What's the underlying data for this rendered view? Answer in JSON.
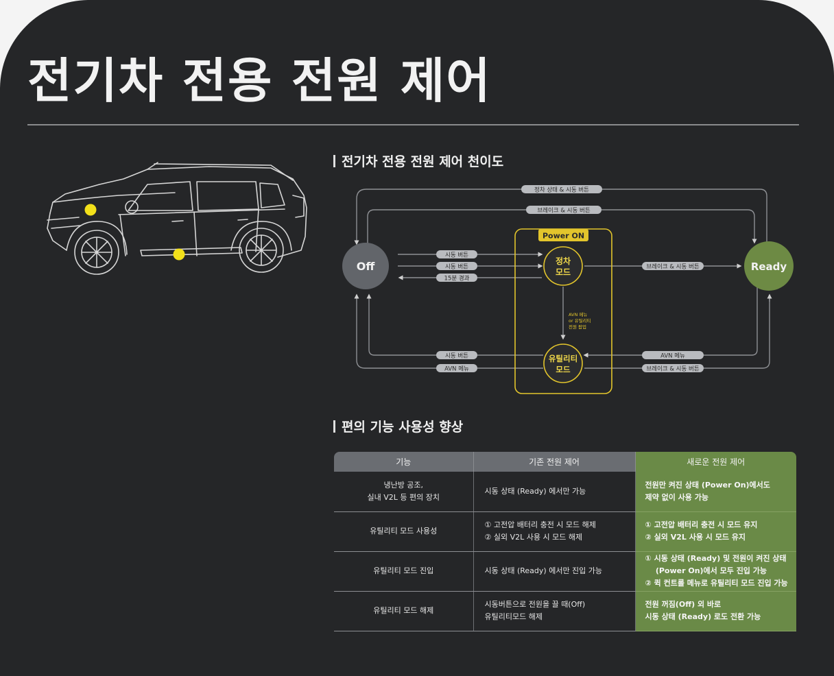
{
  "title": "전기차 전용 전원 제어",
  "diagram": {
    "heading": "전기차 전용 전원 제어 천이도",
    "nodes": {
      "off": "Off",
      "ready": "Ready",
      "parking_line1": "정차",
      "parking_line2": "모드",
      "utility_line1": "유틸리티",
      "utility_line2": "모드",
      "power_on": "Power ON"
    },
    "labels": {
      "top_outer": "정차 상태 & 시동 버튼",
      "top_inner": "브레이크 & 시동 버튼",
      "off_park_1": "시동 버튼",
      "off_park_2": "시동 버튼",
      "off_park_3": "15분 경과",
      "park_ready": "브레이크 & 시동 버튼",
      "park_util_line1": "AVN 메뉴",
      "park_util_line2": "or 유틸리티",
      "park_util_line3": "전원 팝업",
      "util_off_1": "시동 버튼",
      "util_off_2": "AVN 메뉴",
      "ready_util_1": "AVN 메뉴",
      "ready_util_2": "브레이크 & 시동 버튼"
    },
    "colors": {
      "accent_yellow": "#e3c52c",
      "off_node": "#62656a",
      "ready_node": "#6d8a44"
    }
  },
  "table_section": {
    "heading": "편의 기능 사용성 향상",
    "headers": [
      "기능",
      "기존 전원 제어",
      "새로운 전원 제어"
    ],
    "rows": [
      {
        "feature": [
          "냉난방 공조,",
          "실내 V2L 등 편의 장치"
        ],
        "old": [
          "시동 상태 (Ready) 에서만 가능"
        ],
        "new": [
          "전원만 켜진 상태 (Power On)에서도",
          "제약 없이 사용 가능"
        ]
      },
      {
        "feature": [
          "유틸리티 모드 사용성"
        ],
        "old": [
          "① 고전압 배터리 충전 시 모드 해제",
          "② 실외 V2L 사용 시 모드 해제"
        ],
        "new": [
          "① 고전압 배터리 충전 시 모드 유지",
          "② 실외 V2L 사용 시 모드 유지"
        ]
      },
      {
        "feature": [
          "유틸리티 모드 진입"
        ],
        "old": [
          "시동 상태 (Ready) 에서만 진입 가능"
        ],
        "new": [
          "① 시동 상태 (Ready) 및 전원이 켜진 상태",
          "    (Power On)에서 모두 진입 가능",
          "② 퀵 컨트롤 메뉴로 유틸리티 모드 진입 가능"
        ]
      },
      {
        "feature": [
          "유틸리티 모드 해제"
        ],
        "old": [
          "시동버튼으로 전원을 끌 때(Off)",
          "유틸리티모드 해제"
        ],
        "new": [
          "전원 꺼짐(Off) 외 바로",
          "시동 상태 (Ready) 로도 전환 가능"
        ]
      }
    ]
  }
}
